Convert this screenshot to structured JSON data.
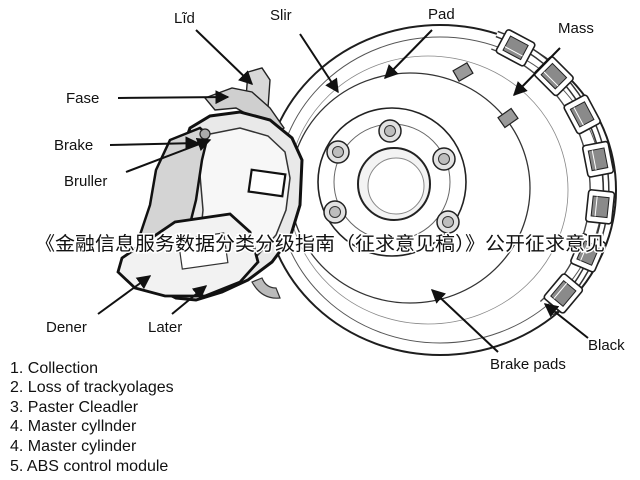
{
  "labels": {
    "lid": "Lĩd",
    "slir": "Slir",
    "pad": "Pad",
    "mass": "Mass",
    "fase": "Fase",
    "brake": "Brake",
    "bruller": "Bruller",
    "dener": "Dener",
    "later": "Later",
    "brake_pads": "Brake pads",
    "black": "Black"
  },
  "legend": [
    "1. Collection",
    "2. Loss of trackyolages",
    "3. Paster Cleadler",
    "4. Master cyllnder",
    "4. Master cylinder",
    "5. ABS control module"
  ],
  "overlay_text": "《金融信息服务数据分类分级指南（征求意见稿）》公开征求意见"
}
